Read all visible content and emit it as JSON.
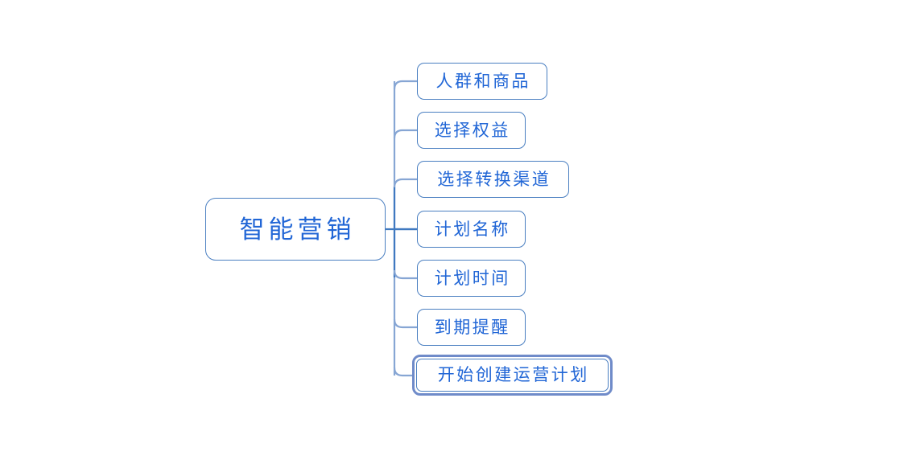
{
  "diagram": {
    "type": "mind-map",
    "background_color": "#ffffff",
    "title": "智能营销",
    "root": {
      "label": "智能营销",
      "text_color": "#2166d6",
      "border_color": "#4a7fc1",
      "fill_color": "#ffffff"
    },
    "branch_line_color": "#8aa9d6",
    "trunk_line_color": "#3f79c0",
    "selected_outline_color": "#6f8bc9",
    "children": [
      {
        "label": "人群和商品",
        "selected": false
      },
      {
        "label": "选择权益",
        "selected": false
      },
      {
        "label": "选择转换渠道",
        "selected": false
      },
      {
        "label": "计划名称",
        "selected": false
      },
      {
        "label": "计划时间",
        "selected": false
      },
      {
        "label": "到期提醒",
        "selected": false
      },
      {
        "label": "开始创建运营计划",
        "selected": true
      }
    ]
  }
}
